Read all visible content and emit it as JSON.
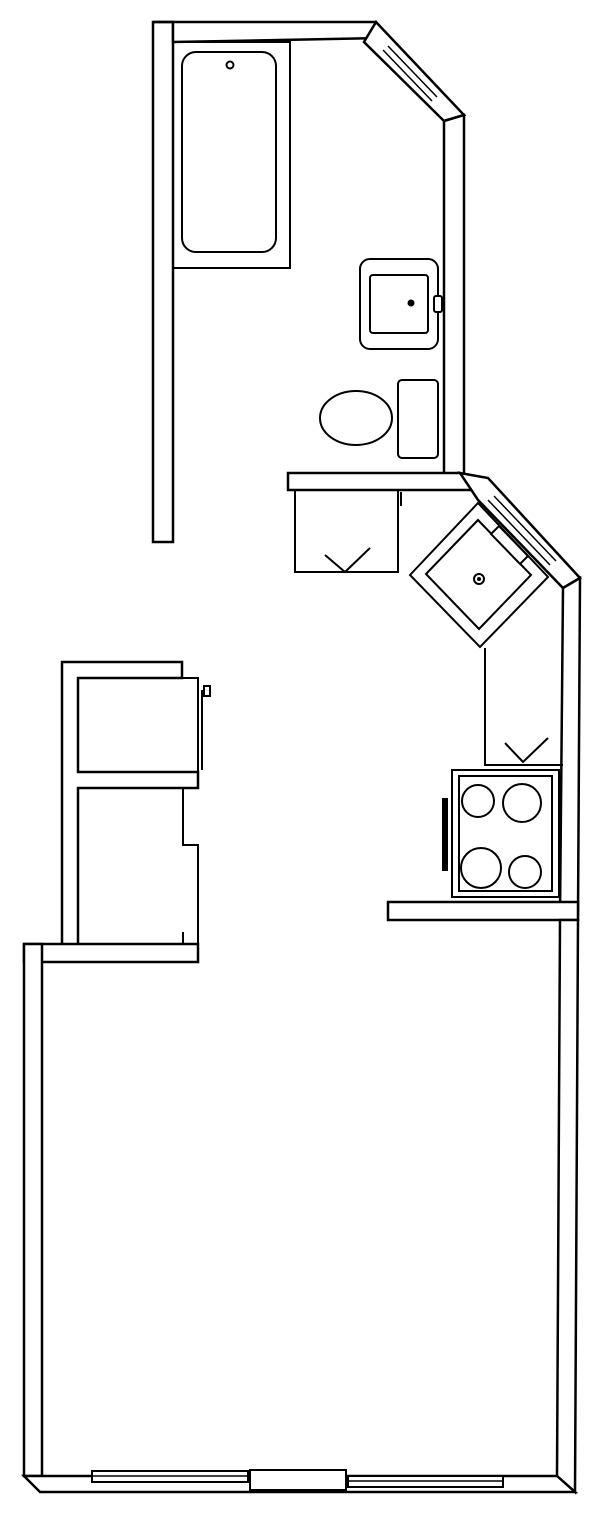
{
  "plan": {
    "rooms": [
      "bathroom",
      "kitchen",
      "living-room",
      "closets"
    ],
    "fixtures": [
      "bathtub",
      "bathroom-sink",
      "toilet",
      "kitchen-sink",
      "cooktop",
      "base-cabinets"
    ],
    "colors": {
      "lines": "#000000",
      "background": "#ffffff"
    }
  }
}
